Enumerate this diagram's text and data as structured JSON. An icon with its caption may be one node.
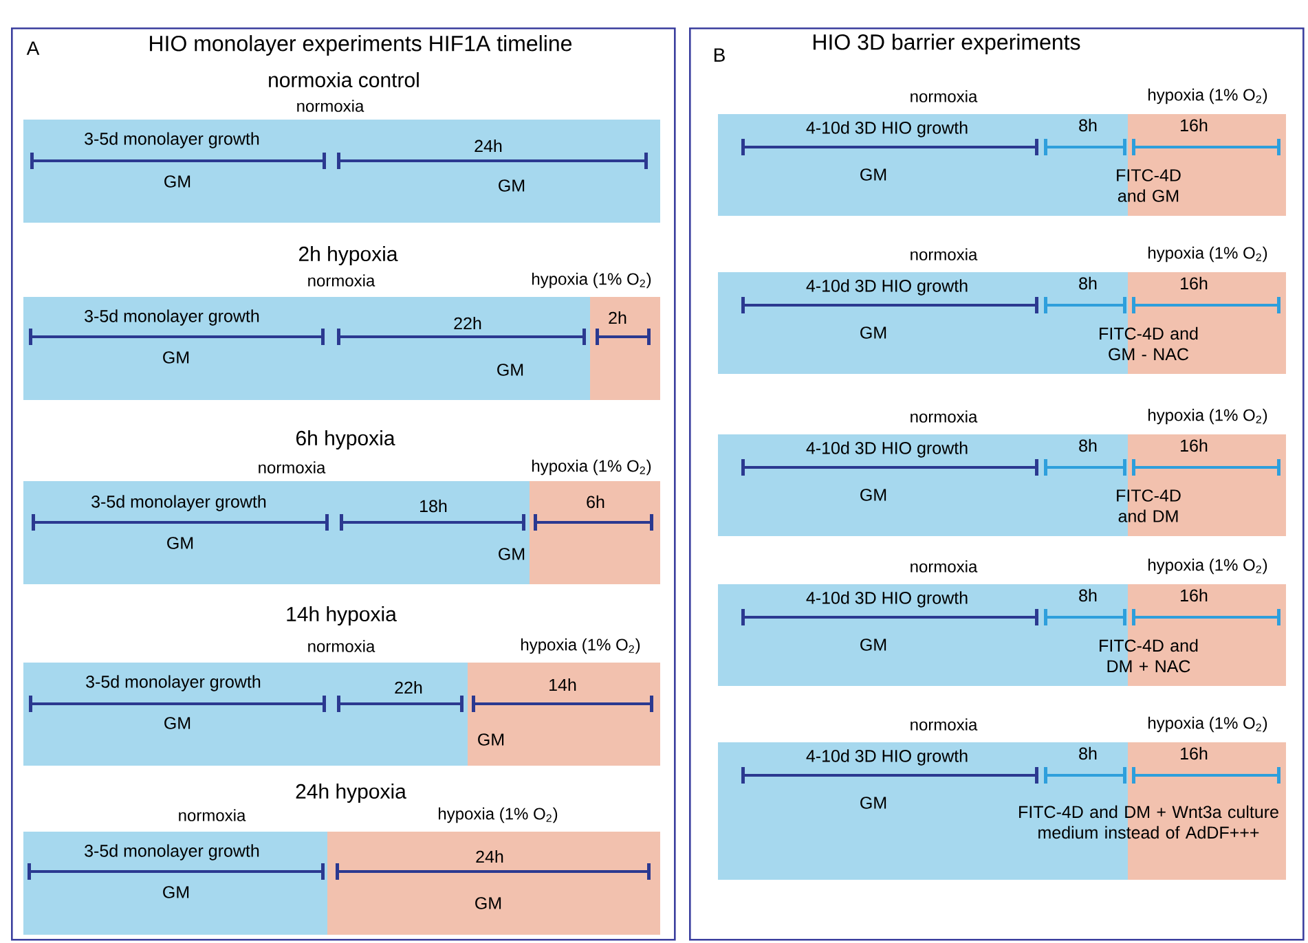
{
  "diagram": {
    "nodes": [
      {
        "text": [
          "A",
          "HIO monolayer experiments HIF1A timeline"
        ]
      },
      {
        "text": [
          "normoxia control",
          "normoxia",
          "3-5d monolayer growth",
          "24h",
          "GM",
          "GM"
        ],
        "in": 0
      },
      {
        "text": [
          "2h hypoxia",
          "normoxia",
          "hypoxia (1% O$_{2}$)",
          "3-5d monolayer growth",
          "22h",
          "2h",
          "GM",
          "GM"
        ],
        "in": 0
      },
      {
        "text": [
          "6h hypoxia",
          "normoxia",
          "hypoxia (1% O$_{2}$)",
          "3-5d monolayer growth",
          "18h",
          "6h",
          "GM",
          "GM"
        ],
        "in": 0
      },
      {
        "text": [
          "14h hypoxia",
          "normoxia",
          "hypoxia (1% O$_{2}$)",
          "3-5d monolayer growth",
          "22h",
          "14h",
          "GM",
          "GM"
        ],
        "in": 0
      },
      {
        "text": [
          "24h hypoxia",
          "normoxia",
          "hypoxia (1% O$_{2}$)",
          "3-5d monolayer growth",
          "24h",
          "GM",
          "GM"
        ],
        "in": 0
      },
      {
        "text": [
          "B",
          "HIO 3D barrier experiments"
        ]
      },
      {
        "text": [
          "normoxia",
          "hypoxia (1% O$_{2}$)",
          "4-10d 3D HIO growth",
          "8h",
          "16h",
          "GM",
          "FITC-4D and GM"
        ],
        "in": 6
      },
      {
        "text": [
          "normoxia",
          "hypoxia (1% O$_{2}$)",
          "4-10d 3D HIO growth",
          "8h",
          "16h",
          "GM",
          "FITC-4D and GM - NAC"
        ],
        "in": 6
      },
      {
        "text": [
          "normoxia",
          "hypoxia (1% O$_{2}$)",
          "4-10d 3D HIO growth",
          "8h",
          "16h",
          "GM",
          "FITC-4D and DM"
        ],
        "in": 6
      },
      {
        "text": [
          "normoxia",
          "hypoxia (1% O$_{2}$)",
          "4-10d 3D HIO growth",
          "8h",
          "16h",
          "GM",
          "FITC-4D and DM + NAC"
        ],
        "in": 6
      },
      {
        "text": [
          "normoxia",
          "hypoxia (1% O$_{2}$)",
          "4-10d 3D HIO growth",
          "8h",
          "16h",
          "GM",
          "FITC-4D and DM + Wnt3a culture medium instead of AdDF+++"
        ],
        "in": 6
      }
    ]
  }
}
